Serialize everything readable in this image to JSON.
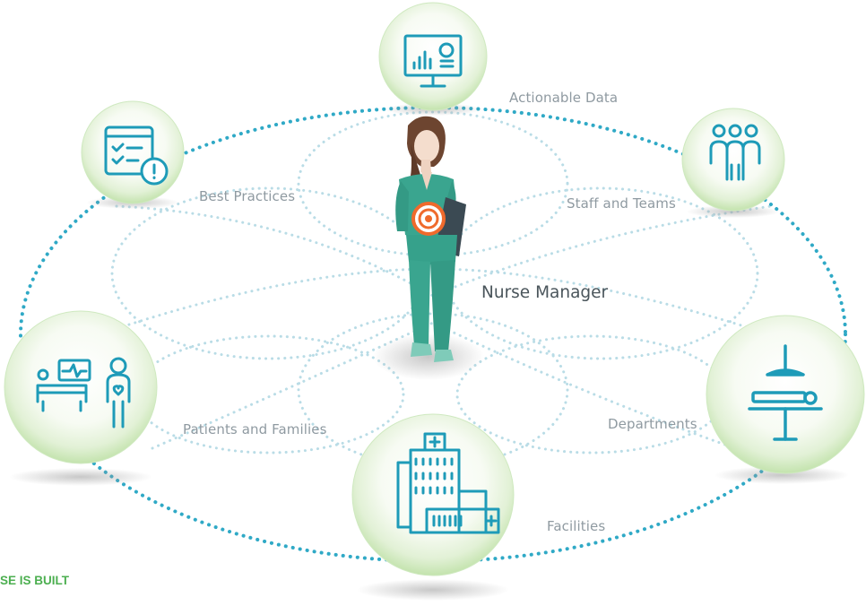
{
  "center": {
    "label": "Nurse Manager"
  },
  "nodes": [
    {
      "id": "actionable-data",
      "label": "Actionable Data",
      "icon": "dashboard-monitor-icon"
    },
    {
      "id": "best-practices",
      "label": "Best Practices",
      "icon": "checklist-alert-icon"
    },
    {
      "id": "staff-and-teams",
      "label": "Staff and Teams",
      "icon": "people-group-icon"
    },
    {
      "id": "patients-and-families",
      "label": "Patients and Families",
      "icon": "patient-bed-family-icon"
    },
    {
      "id": "facilities",
      "label": "Facilities",
      "icon": "hospital-building-icon"
    },
    {
      "id": "departments",
      "label": "Departments",
      "icon": "operating-table-icon"
    }
  ],
  "footer": {
    "text": "SE IS BUILT"
  },
  "colors": {
    "dots_dark": "#2fa9c6",
    "dots_light": "#b9dce6",
    "icon": "#1e9bb8",
    "sphere_edge": "#c7e6b4",
    "scrubs": "#3aa58f",
    "target": "#ef6a2c",
    "footer": "#4caf50"
  }
}
